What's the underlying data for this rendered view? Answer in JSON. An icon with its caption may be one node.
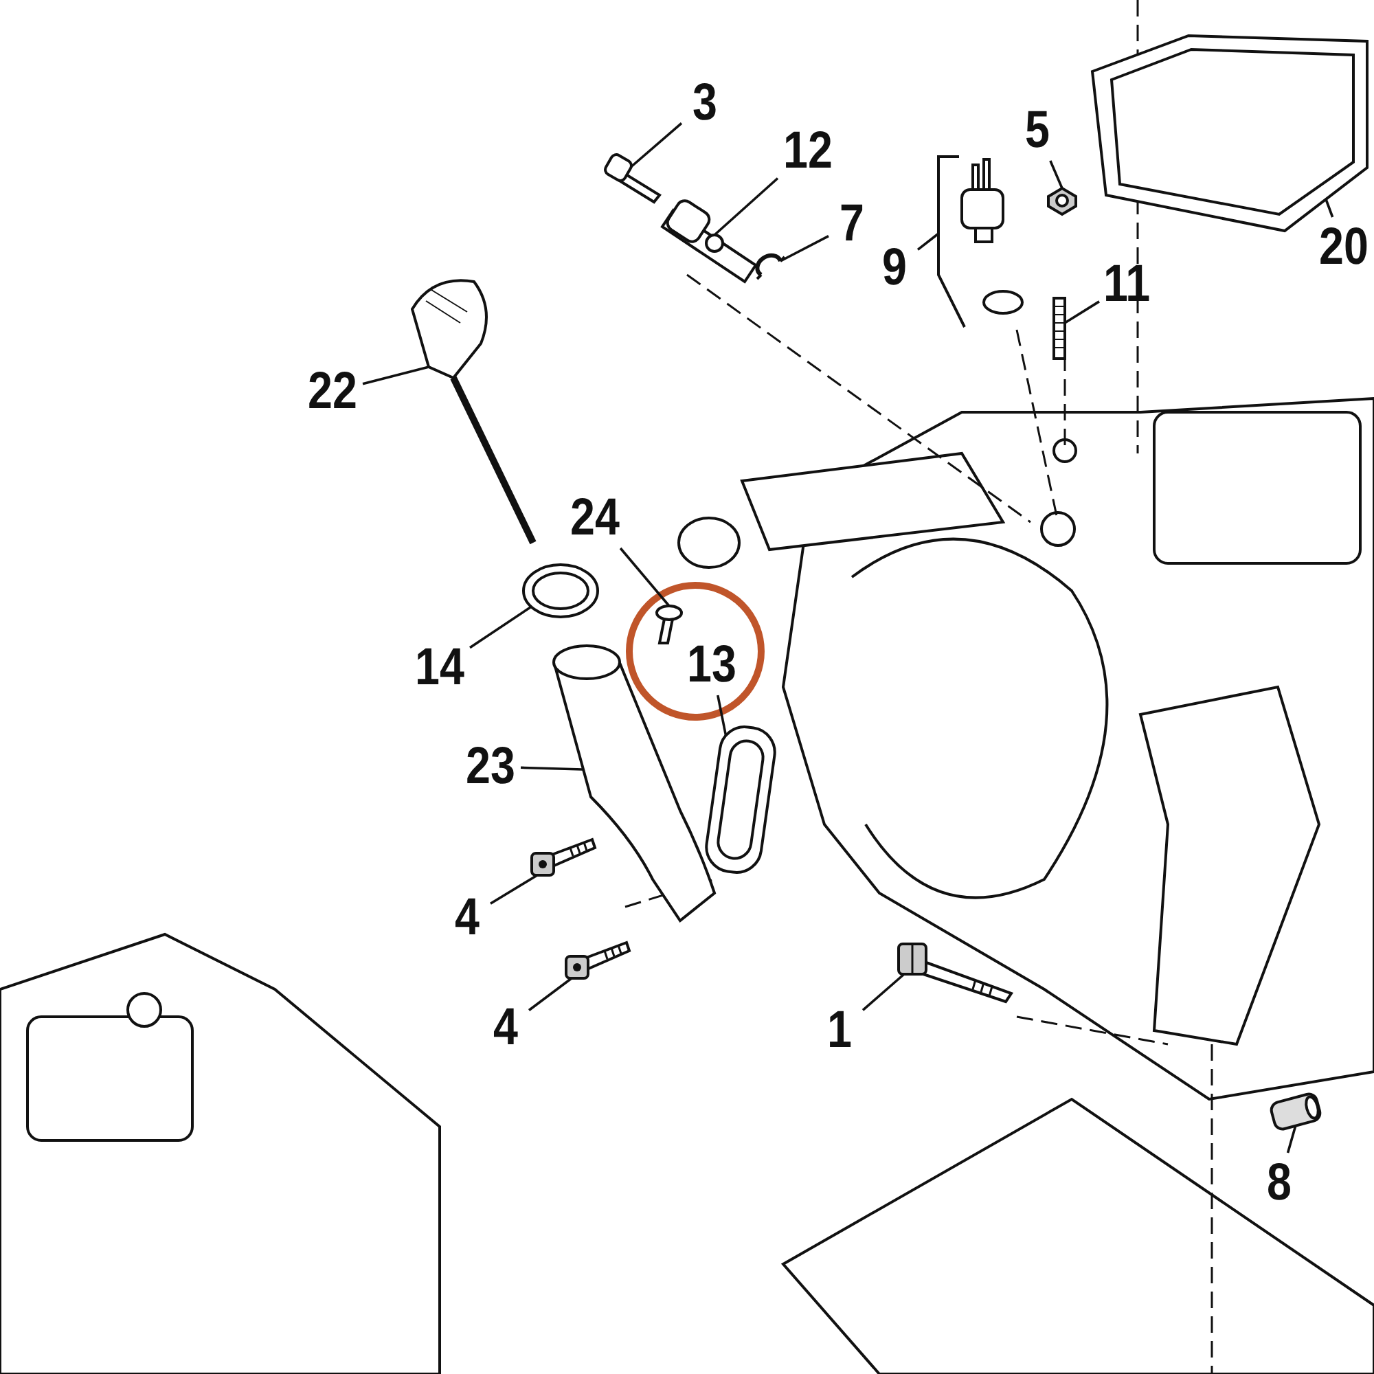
{
  "diagram": {
    "nodes": [
      {
        "text": [
          "3"
        ]
      },
      {
        "text": [],
        "shape": "picture"
      },
      {
        "text": [
          "12"
        ]
      },
      {
        "text": [],
        "shape": "picture"
      },
      {
        "text": [
          "7"
        ]
      },
      {
        "text": [],
        "shape": "picture"
      },
      {
        "text": [
          "5"
        ]
      },
      {
        "text": [],
        "shape": "picture"
      },
      {
        "text": [
          "9"
        ]
      },
      {
        "text": [],
        "shape": "picture"
      },
      {
        "text": [
          "20"
        ]
      },
      {
        "text": [],
        "shape": "picture"
      },
      {
        "text": [
          "11"
        ]
      },
      {
        "text": [],
        "shape": "picture"
      },
      {
        "text": [
          "22"
        ]
      },
      {
        "text": [],
        "shape": "picture"
      },
      {
        "text": [
          "24"
        ]
      },
      {
        "text": [],
        "shape": "picture"
      },
      {
        "text": [
          "13"
        ]
      },
      {
        "text": [],
        "shape": "picture"
      },
      {
        "text": [
          "14"
        ]
      },
      {
        "text": [],
        "shape": "picture"
      },
      {
        "text": [
          "23"
        ]
      },
      {
        "text": [],
        "shape": "picture"
      },
      {
        "text": [
          "4"
        ]
      },
      {
        "text": [],
        "shape": "picture"
      },
      {
        "text": [
          "4"
        ]
      },
      {
        "text": [],
        "shape": "picture"
      },
      {
        "text": [
          "1"
        ]
      },
      {
        "text": [],
        "shape": "picture"
      },
      {
        "text": [
          "8"
        ]
      },
      {
        "text": [],
        "shape": "picture"
      }
    ],
    "edges": [
      {
        "from": 0,
        "to": 1,
        "arrow": "none"
      },
      {
        "from": 2,
        "to": 3,
        "arrow": "none"
      },
      {
        "from": 4,
        "to": 5,
        "arrow": "none"
      },
      {
        "from": 6,
        "to": 7,
        "arrow": "none"
      },
      {
        "from": 8,
        "to": 9,
        "arrow": "none"
      },
      {
        "from": 10,
        "to": 11,
        "arrow": "none"
      },
      {
        "from": 12,
        "to": 13,
        "arrow": "none"
      },
      {
        "from": 14,
        "to": 15,
        "arrow": "none"
      },
      {
        "from": 16,
        "to": 17,
        "arrow": "none"
      },
      {
        "from": 18,
        "to": 19,
        "arrow": "none"
      },
      {
        "from": 20,
        "to": 21,
        "arrow": "none"
      },
      {
        "from": 22,
        "to": 23,
        "arrow": "none"
      },
      {
        "from": 24,
        "to": 25,
        "arrow": "none"
      },
      {
        "from": 26,
        "to": 27,
        "arrow": "none"
      },
      {
        "from": 28,
        "to": 29,
        "arrow": "none"
      },
      {
        "from": 30,
        "to": 31,
        "arrow": "none"
      }
    ]
  }
}
